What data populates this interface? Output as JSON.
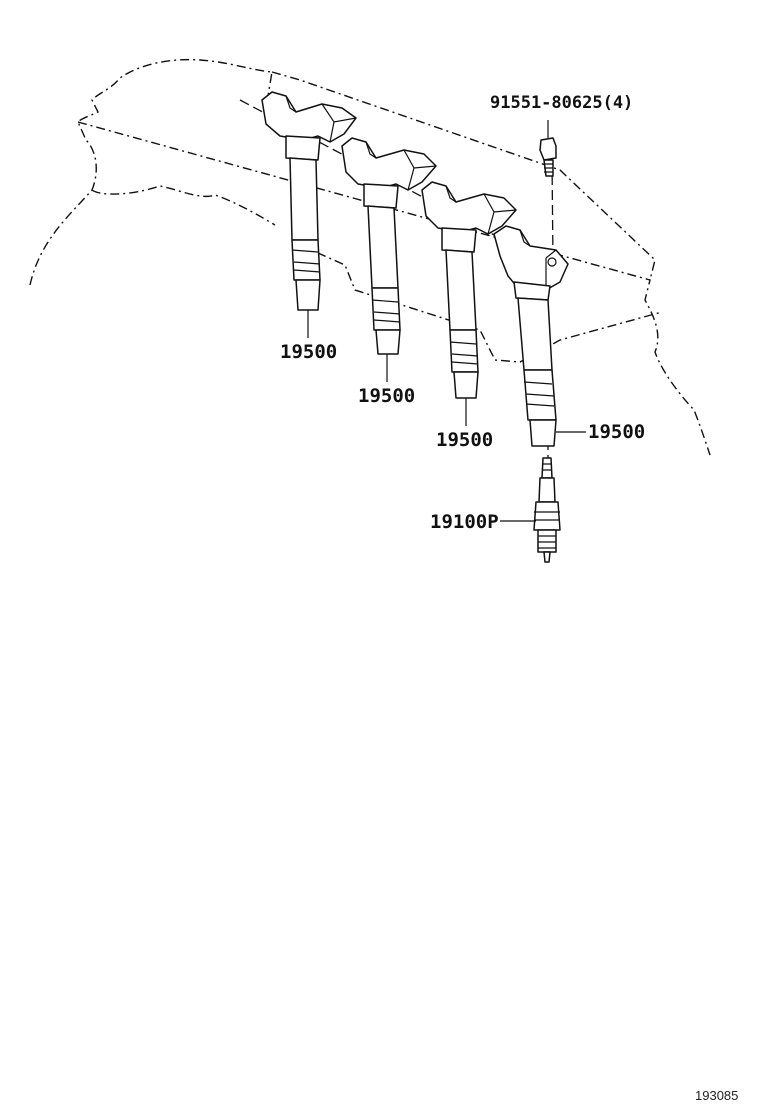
{
  "diagram": {
    "callouts": {
      "bolt": "91551-80625(4)",
      "coil_1": "19500",
      "coil_2": "19500",
      "coil_3": "19500",
      "coil_4": "19500",
      "spark_plug": "19100P"
    },
    "reference_code": "193085"
  }
}
